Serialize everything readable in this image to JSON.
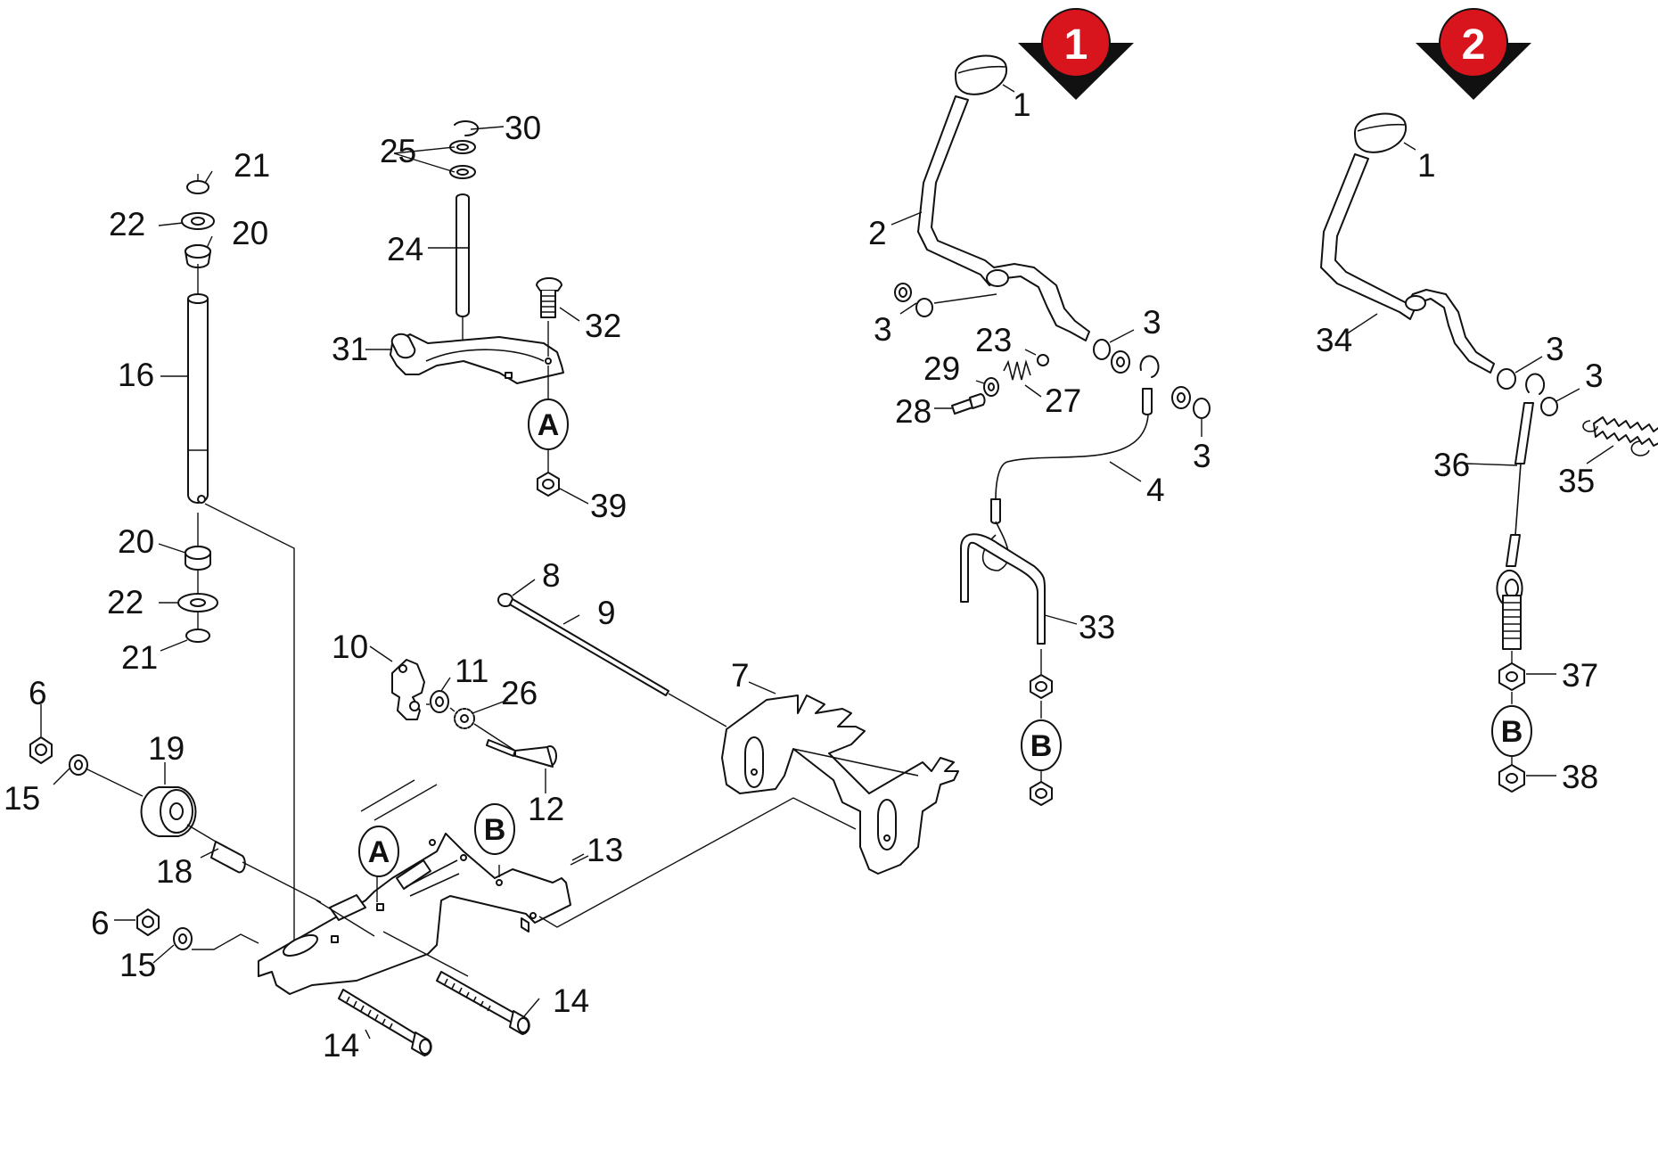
{
  "variants": [
    {
      "id": "variant-1",
      "label": "1"
    },
    {
      "id": "variant-2",
      "label": "2"
    }
  ],
  "reference_markers": {
    "a": "A",
    "b": "B"
  },
  "part_numbers": {
    "n1": "1",
    "n1b": "1",
    "n2": "2",
    "n3a": "3",
    "n3b": "3",
    "n3c": "3",
    "n3d": "3",
    "n3e": "3",
    "n4": "4",
    "n6a": "6",
    "n6b": "6",
    "n7": "7",
    "n8": "8",
    "n9": "9",
    "n10": "10",
    "n11": "11",
    "n12": "12",
    "n13": "13",
    "n14a": "14",
    "n14b": "14",
    "n15a": "15",
    "n15b": "15",
    "n16": "16",
    "n18": "18",
    "n19": "19",
    "n20a": "20",
    "n20b": "20",
    "n21a": "21",
    "n21b": "21",
    "n22a": "22",
    "n22b": "22",
    "n23": "23",
    "n24": "24",
    "n25": "25",
    "n26": "26",
    "n27": "27",
    "n28": "28",
    "n29": "29",
    "n30": "30",
    "n31": "31",
    "n32": "32",
    "n33": "33",
    "n34": "34",
    "n35": "35",
    "n36": "36",
    "n37": "37",
    "n38": "38",
    "n39": "39"
  },
  "colors": {
    "variant_badge": "#d8141c",
    "badge_arrow": "#111111",
    "line": "#111111"
  }
}
